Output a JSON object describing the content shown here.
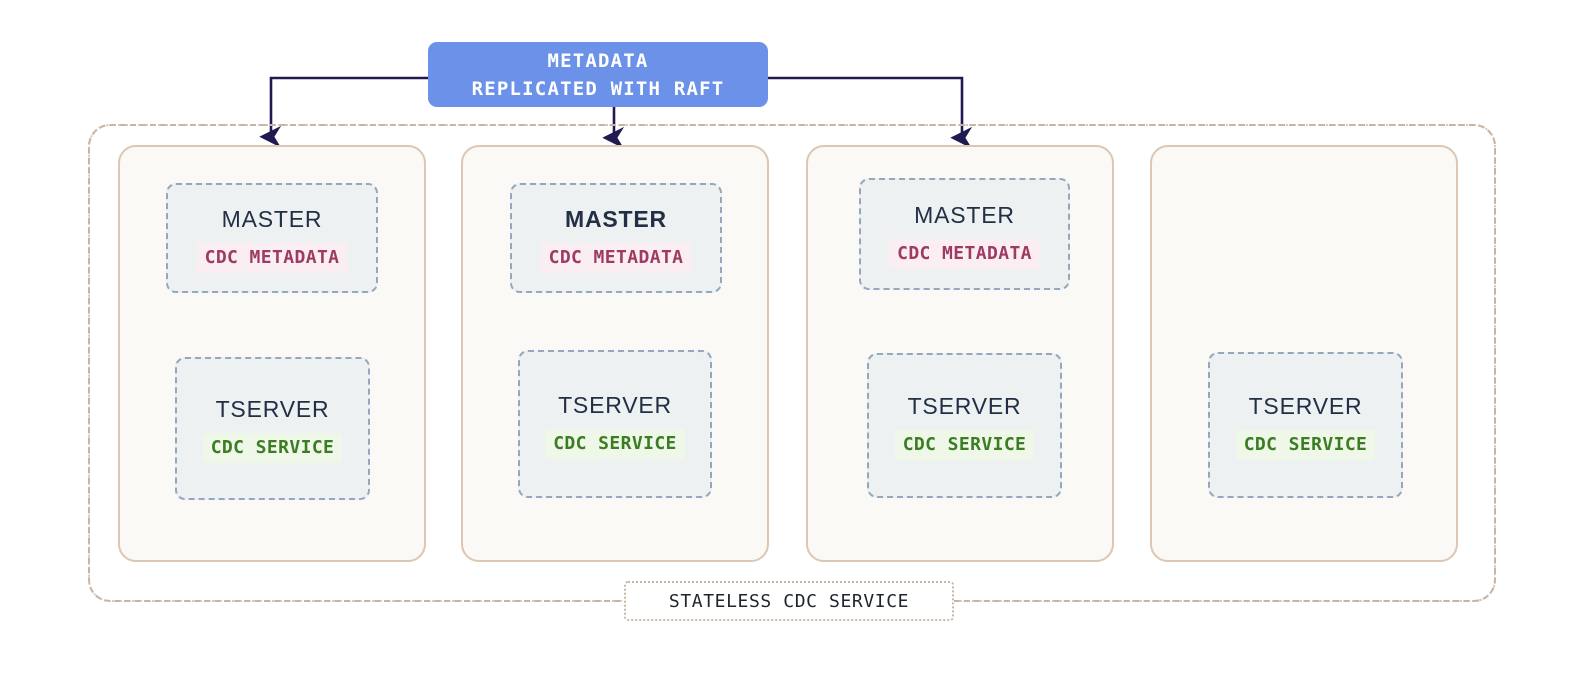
{
  "diagram": {
    "title_box": {
      "line1": "METADATA",
      "line2": "REPLICATED WITH RAFT",
      "color": "#6b92e8",
      "text_color": "#ffffff"
    },
    "cluster": {
      "label": "STATELESS CDC SERVICE",
      "border_color": "#cbb3a1"
    },
    "colors": {
      "card_bg": "#fbf9f6",
      "card_border": "#dcc6b4",
      "proc_bg": "#eef1f2",
      "proc_border": "#94a8bd",
      "proc_title": "#232f45",
      "metadata_tag_text": "#9d3b63",
      "metadata_tag_bg": "#fbeef2",
      "service_tag_text": "#3a7d22",
      "service_tag_bg": "#eff7e8",
      "connector": "#201a52"
    },
    "nodes": [
      {
        "id": "node-1",
        "master": {
          "title": "MASTER",
          "tag": "CDC METADATA",
          "leader": false
        },
        "tserver": {
          "title": "TSERVER",
          "tag": "CDC SERVICE"
        }
      },
      {
        "id": "node-2",
        "master": {
          "title": "MASTER",
          "tag": "CDC METADATA",
          "leader": true
        },
        "tserver": {
          "title": "TSERVER",
          "tag": "CDC SERVICE"
        }
      },
      {
        "id": "node-3",
        "master": {
          "title": "MASTER",
          "tag": "CDC METADATA",
          "leader": false
        },
        "tserver": {
          "title": "TSERVER",
          "tag": "CDC SERVICE"
        }
      },
      {
        "id": "node-4",
        "master": null,
        "tserver": {
          "title": "TSERVER",
          "tag": "CDC SERVICE"
        }
      }
    ],
    "connectors": [
      {
        "from": "metadata-box-left",
        "to": "node-1-master"
      },
      {
        "from": "metadata-box-bottom",
        "to": "node-2-master"
      },
      {
        "from": "metadata-box-right",
        "to": "node-3-master"
      }
    ]
  }
}
